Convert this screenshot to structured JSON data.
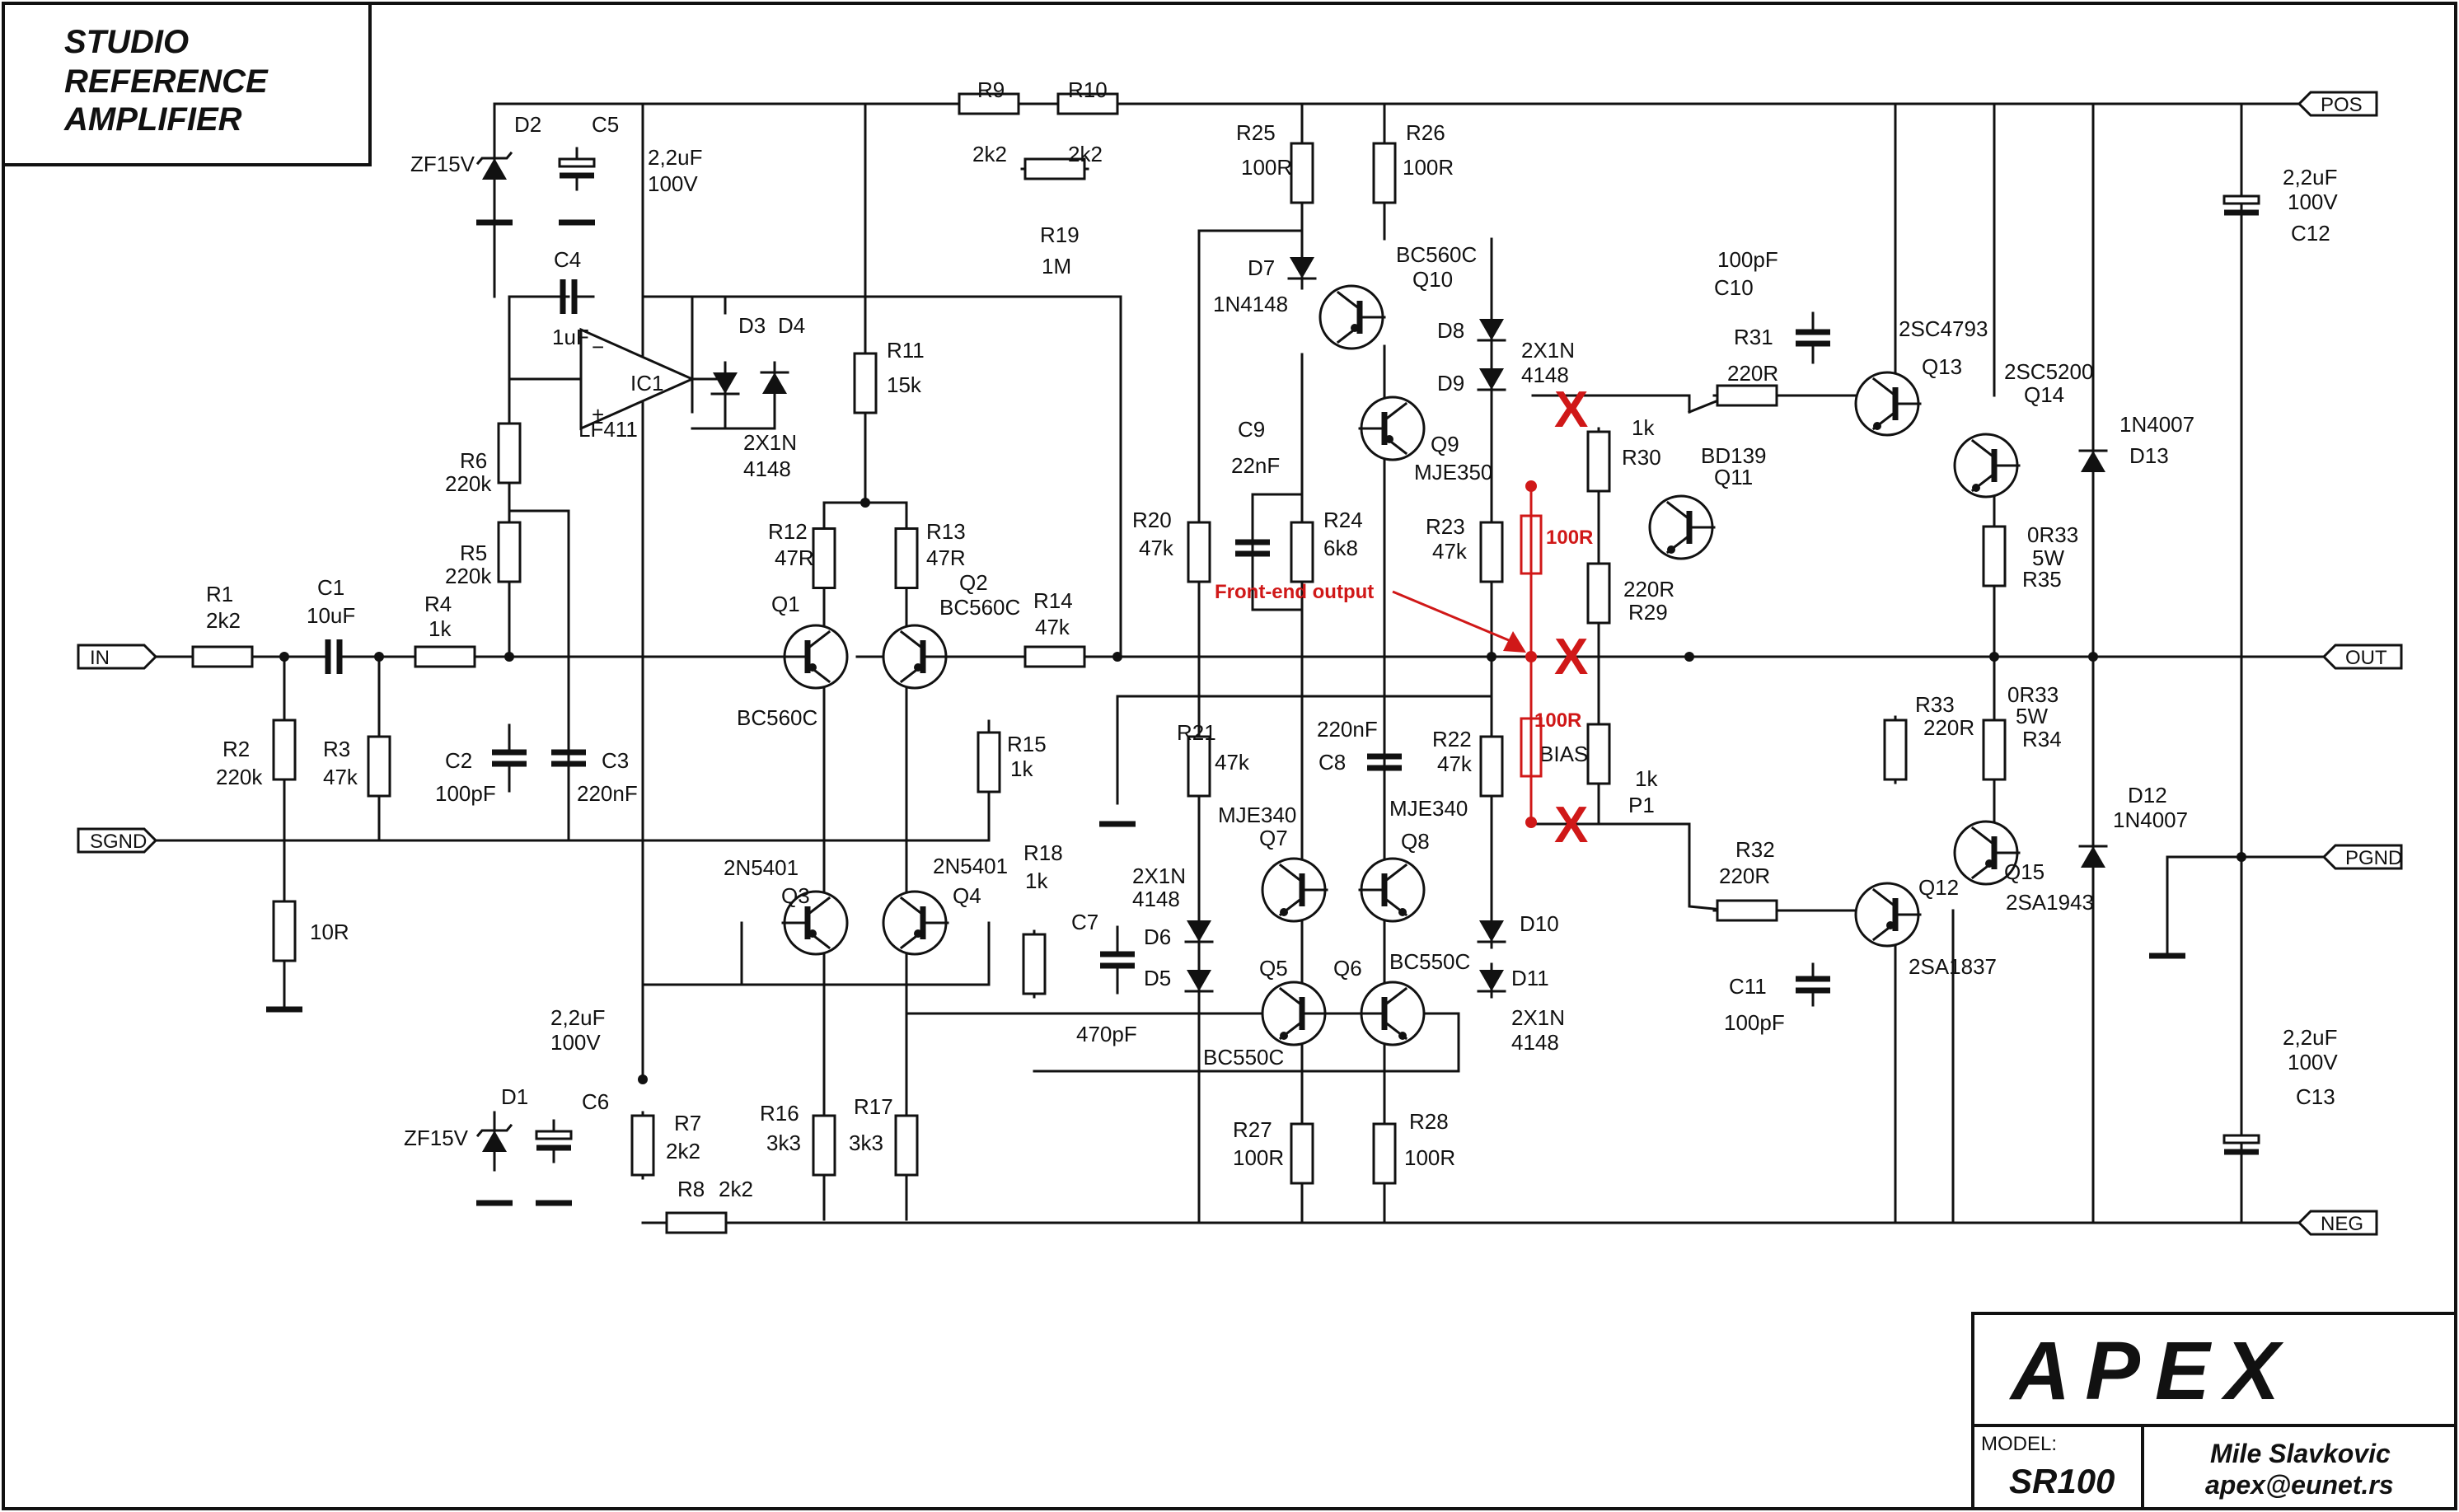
{
  "title": {
    "line1": "STUDIO",
    "line2": "REFERENCE",
    "line3": "AMPLIFIER"
  },
  "ports": {
    "in": "IN",
    "sgnd": "SGND",
    "pos": "POS",
    "out": "OUT",
    "pgnd": "PGND",
    "neg": "NEG"
  },
  "resistors": {
    "R1": {
      "name": "R1",
      "value": "2k2"
    },
    "R2": {
      "name": "R2",
      "value": "220k"
    },
    "R2b": {
      "value": "10R"
    },
    "R3": {
      "name": "R3",
      "value": "47k"
    },
    "R4": {
      "name": "R4",
      "value": "1k"
    },
    "R5": {
      "name": "R5",
      "value": "220k"
    },
    "R6": {
      "name": "R6",
      "value": "220k"
    },
    "R7": {
      "name": "R7",
      "value": "2k2"
    },
    "R8": {
      "name": "R8",
      "value": "2k2"
    },
    "R9": {
      "name": "R9",
      "value": "2k2"
    },
    "R10": {
      "name": "R10",
      "value": "2k2"
    },
    "R11": {
      "name": "R11",
      "value": "15k"
    },
    "R12": {
      "name": "R12",
      "value": "47R"
    },
    "R13": {
      "name": "R13",
      "value": "47R"
    },
    "R14": {
      "name": "R14",
      "value": "47k"
    },
    "R15": {
      "name": "R15",
      "value": "1k"
    },
    "R16": {
      "name": "R16",
      "value": "3k3"
    },
    "R17": {
      "name": "R17",
      "value": "3k3"
    },
    "R18": {
      "name": "R18",
      "value": "1k"
    },
    "R19": {
      "name": "R19",
      "value": "1M"
    },
    "R20": {
      "name": "R20",
      "value": "47k"
    },
    "R21": {
      "name": "R21",
      "value": "47k"
    },
    "R22": {
      "name": "R22",
      "value": "47k"
    },
    "R23": {
      "name": "R23",
      "value": "47k"
    },
    "R24": {
      "name": "R24",
      "value": "6k8"
    },
    "R25": {
      "name": "R25",
      "value": "100R"
    },
    "R26": {
      "name": "R26",
      "value": "100R"
    },
    "R27": {
      "name": "R27",
      "value": "100R"
    },
    "R28": {
      "name": "R28",
      "value": "100R"
    },
    "R29": {
      "name": "R29",
      "value": "220R"
    },
    "R30": {
      "name": "R30",
      "value": "1k"
    },
    "R31": {
      "name": "R31",
      "value": "220R"
    },
    "R32": {
      "name": "R32",
      "value": "220R"
    },
    "R33": {
      "name": "R33",
      "value": "220R"
    },
    "R34": {
      "name": "R34",
      "value": "0R33",
      "rating": "5W"
    },
    "R35": {
      "name": "R35",
      "value": "0R33",
      "rating": "5W"
    },
    "P1": {
      "name": "P1",
      "value": "1k",
      "label": "BIAS"
    }
  },
  "capacitors": {
    "C1": {
      "name": "C1",
      "value": "10uF"
    },
    "C2": {
      "name": "C2",
      "value": "100pF"
    },
    "C3": {
      "name": "C3",
      "value": "220nF"
    },
    "C4": {
      "name": "C4",
      "value": "1uF"
    },
    "C5": {
      "name": "C5",
      "value": "2,2uF",
      "voltage": "100V"
    },
    "C6": {
      "name": "C6",
      "value": "2,2uF",
      "voltage": "100V"
    },
    "C7": {
      "name": "C7",
      "value": "470pF"
    },
    "C8": {
      "name": "C8",
      "value": "220nF"
    },
    "C9": {
      "name": "C9",
      "value": "22nF"
    },
    "C10": {
      "name": "C10",
      "value": "100pF"
    },
    "C11": {
      "name": "C11",
      "value": "100pF"
    },
    "C12": {
      "name": "C12",
      "value": "2,2uF",
      "voltage": "100V"
    },
    "C13": {
      "name": "C13",
      "value": "2,2uF",
      "voltage": "100V"
    }
  },
  "diodes": {
    "D1": {
      "name": "D1",
      "part": "ZF15V"
    },
    "D2": {
      "name": "D2",
      "part": "ZF15V"
    },
    "D3": {
      "name": "D3"
    },
    "D4": {
      "name": "D4",
      "part": "2X1N",
      "part2": "4148"
    },
    "D5": {
      "name": "D5"
    },
    "D6": {
      "name": "D6",
      "part": "2X1N",
      "part2": "4148"
    },
    "D7": {
      "name": "D7",
      "part": "1N4148"
    },
    "D8": {
      "name": "D8"
    },
    "D9": {
      "name": "D9",
      "part": "2X1N",
      "part2": "4148"
    },
    "D10": {
      "name": "D10"
    },
    "D11": {
      "name": "D11",
      "part": "2X1N",
      "part2": "4148"
    },
    "D12": {
      "name": "D12",
      "part": "1N4007"
    },
    "D13": {
      "name": "D13",
      "part": "1N4007"
    }
  },
  "transistors": {
    "Q1": {
      "name": "Q1",
      "part": "BC560C"
    },
    "Q2": {
      "name": "Q2",
      "part": "BC560C"
    },
    "Q3": {
      "name": "Q3",
      "part": "2N5401"
    },
    "Q4": {
      "name": "Q4",
      "part": "2N5401"
    },
    "Q5": {
      "name": "Q5",
      "part": "BC550C"
    },
    "Q6": {
      "name": "Q6",
      "part": "BC550C"
    },
    "Q7": {
      "name": "Q7",
      "part": "MJE340"
    },
    "Q8": {
      "name": "Q8",
      "part": "MJE340"
    },
    "Q9": {
      "name": "Q9",
      "part": "MJE350"
    },
    "Q10": {
      "name": "Q10",
      "part": "BC560C"
    },
    "Q11": {
      "name": "Q11",
      "part": "BD139"
    },
    "Q12": {
      "name": "Q12",
      "part": "2SA1837"
    },
    "Q13": {
      "name": "Q13",
      "part": "2SC4793"
    },
    "Q14": {
      "name": "Q14",
      "part": "2SC5200"
    },
    "Q15": {
      "name": "Q15",
      "part": "2SA1943"
    }
  },
  "ic": {
    "name": "IC1",
    "part": "LF411"
  },
  "annotations": {
    "front_end": "Front-end output",
    "mod_r1": "100R",
    "mod_r2": "100R",
    "x_mark": "X"
  },
  "title_block": {
    "logo": "APEX",
    "model_label": "MODEL:",
    "model": "SR100",
    "author": "Mile Slavkovic",
    "email": "apex@eunet.rs"
  }
}
